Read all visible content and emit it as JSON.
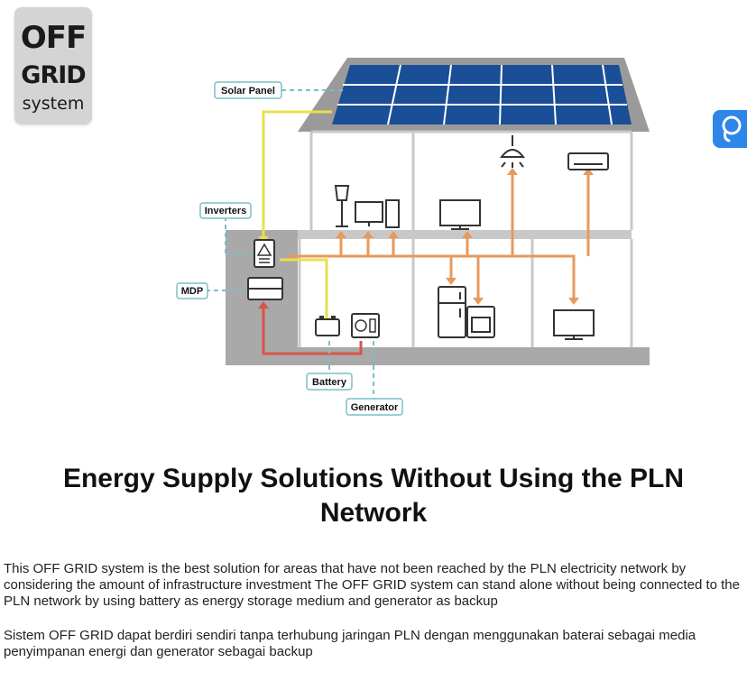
{
  "badge": {
    "line1": "OFF",
    "line2": "GRID",
    "line3": "system"
  },
  "diagram": {
    "labels": {
      "solar_panel": "Solar Panel",
      "inverters": "Inverters",
      "mdp": "MDP",
      "battery": "Battery",
      "generator": "Generator"
    }
  },
  "assistant": {
    "icon": "chat-bubble-icon"
  },
  "article": {
    "title": "Energy Supply Solutions Without Using the PLN Network",
    "paragraph_en": "This OFF GRID system is the best solution for areas that have not been reached by the PLN electricity network by considering the amount of infrastructure investment The OFF GRID system can stand alone without being connected to the PLN network by using battery as energy storage medium and generator as backup",
    "paragraph_id": "Sistem OFF GRID dapat berdiri sendiri tanpa terhubung jaringan PLN dengan menggunakan baterai sebagai media penyimpanan energi dan generator sebagai backup"
  },
  "colors": {
    "solar_blue": "#1a4e96",
    "wire_yellow": "#e8df4f",
    "wire_orange": "#e79a5c",
    "wire_red": "#d9534a",
    "dashed_teal": "#7bbfc7",
    "assistant_blue": "#2d86e8"
  }
}
